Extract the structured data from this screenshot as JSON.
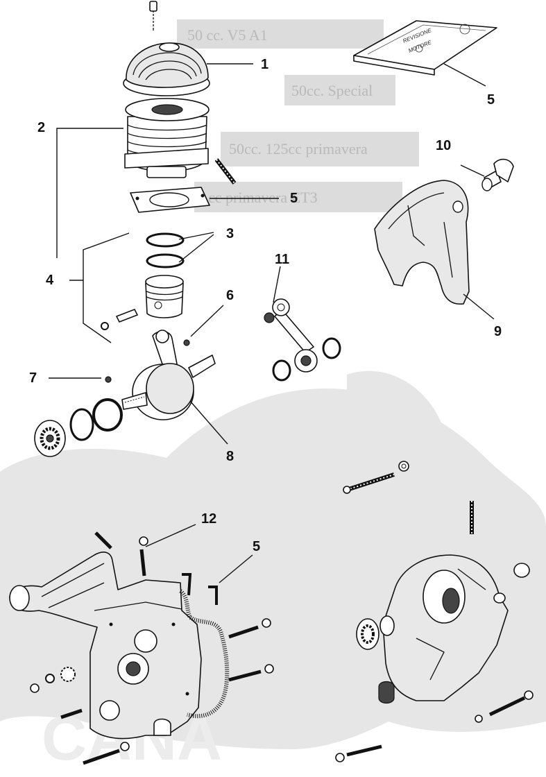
{
  "watermark": {
    "rows": [
      "50 cc.   V5 A1",
      "50cc. Special",
      "50cc. 125cc primavera",
      "cc primavera ET3"
    ]
  },
  "manual": {
    "line1": "REVISIONE",
    "line2": "MOTORE"
  },
  "callouts": [
    {
      "id": "c1a",
      "label": "1"
    },
    {
      "id": "c2",
      "label": "2"
    },
    {
      "id": "c3",
      "label": "3"
    },
    {
      "id": "c4",
      "label": "4"
    },
    {
      "id": "c5a",
      "label": "5"
    },
    {
      "id": "c5b",
      "label": "5"
    },
    {
      "id": "c5c",
      "label": "5"
    },
    {
      "id": "c6",
      "label": "6"
    },
    {
      "id": "c7",
      "label": "7"
    },
    {
      "id": "c8",
      "label": "8"
    },
    {
      "id": "c9",
      "label": "9"
    },
    {
      "id": "c10",
      "label": "10"
    },
    {
      "id": "c11",
      "label": "11"
    },
    {
      "id": "c12",
      "label": "12"
    }
  ]
}
